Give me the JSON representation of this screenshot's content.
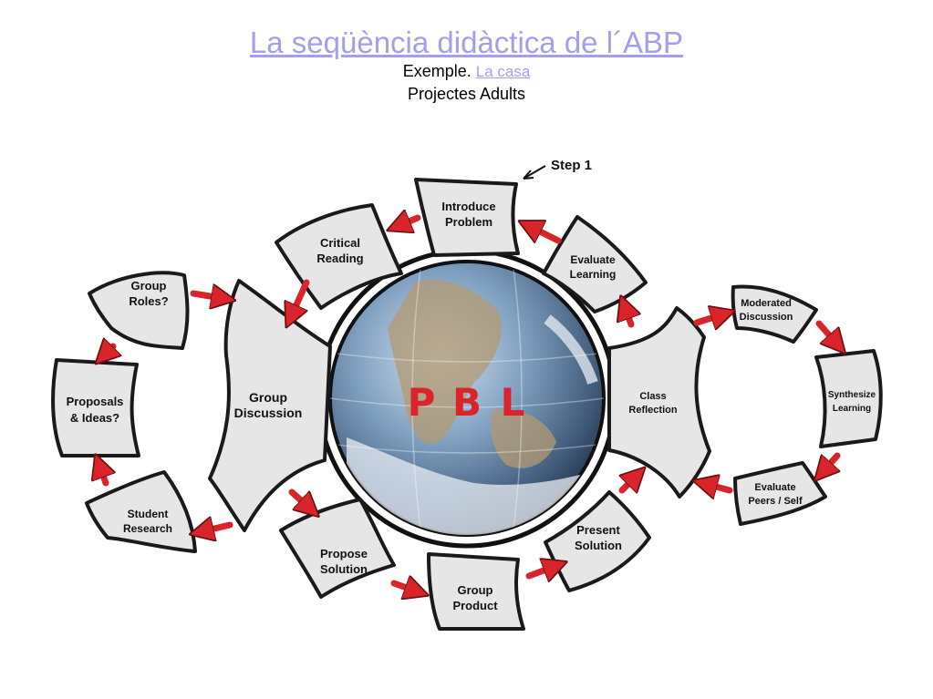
{
  "header": {
    "title": "La seqüència didàctica de l´ABP",
    "example_prefix": "Exemple.",
    "example_link": "La casa ",
    "subtitle": "Projectes Adults"
  },
  "diagram": {
    "step_label": "Step 1",
    "center": {
      "letters": [
        "P",
        "B",
        "L"
      ]
    },
    "nodes": {
      "introduce_problem": [
        "Introduce",
        "Problem"
      ],
      "critical_reading": [
        "Critical",
        "Reading"
      ],
      "evaluate_learning": [
        "Evaluate",
        "Learning"
      ],
      "group_roles": [
        "Group",
        "Roles?"
      ],
      "group_discussion": [
        "Group",
        "Discussion"
      ],
      "proposals_ideas": [
        "Proposals",
        "& Ideas?"
      ],
      "student_research": [
        "Student",
        "Research"
      ],
      "propose_solution": [
        "Propose",
        "Solution"
      ],
      "group_product": [
        "Group",
        "Product"
      ],
      "present_solution": [
        "Present",
        "Solution"
      ],
      "class_reflection": [
        "Class",
        "Reflection"
      ],
      "moderated_discussion": [
        "Moderated",
        "Discussion"
      ],
      "synthesize_learning": [
        "Synthesize",
        "Learning"
      ],
      "evaluate_peers": [
        "Evaluate",
        "Peers / Self"
      ]
    },
    "colors": {
      "arrow": "#d9242b",
      "card": "#e6e6e6",
      "outline": "#1a1a1a",
      "link": "#a59ef0"
    }
  }
}
